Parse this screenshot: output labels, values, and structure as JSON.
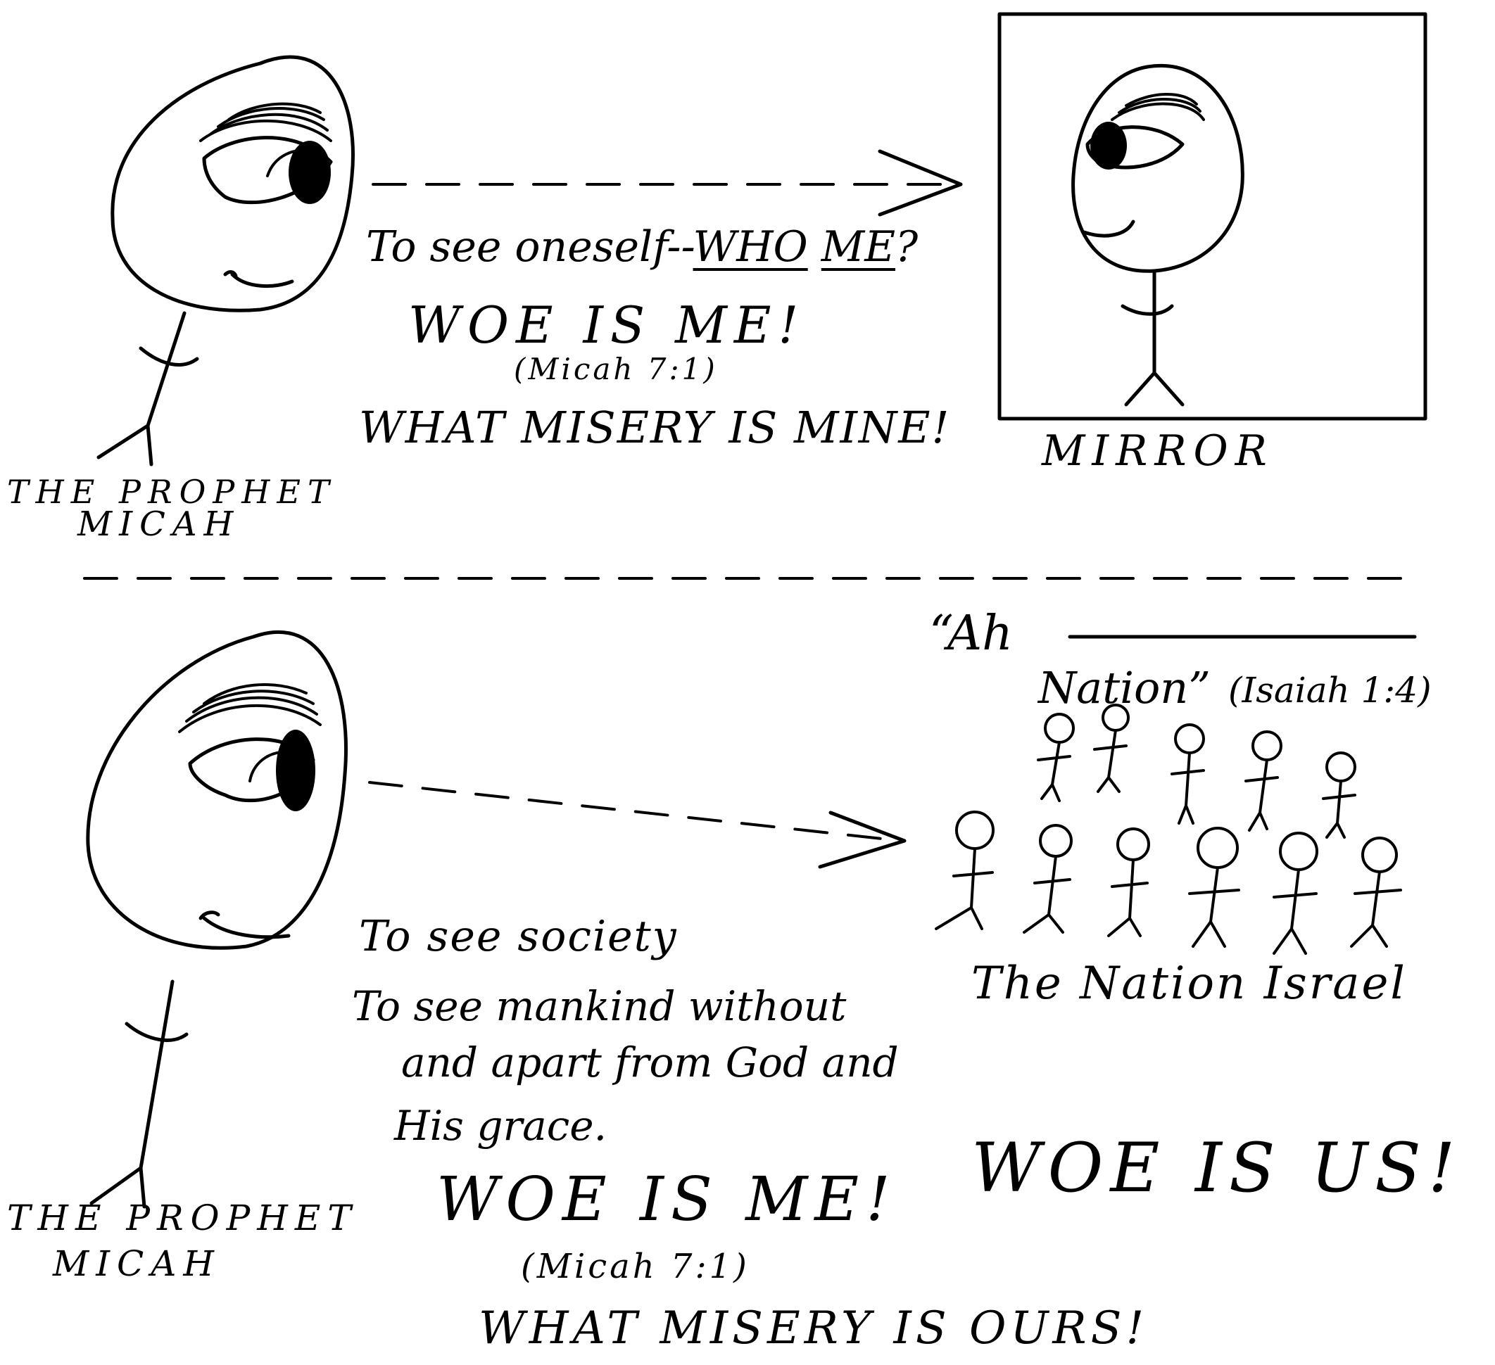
{
  "top_panel": {
    "prophet_label": [
      "THE PROPHET",
      "MICAH"
    ],
    "caption_prefix": "To see oneself--",
    "caption_who": "WHO",
    "caption_me": "ME",
    "caption_suffix": "?",
    "woe": "WOE IS ME!",
    "reference": "(Micah 7:1)",
    "misery": "WHAT MISERY IS MINE!",
    "mirror_label": "MIRROR"
  },
  "bottom_panel": {
    "quote_line1": "“Ah",
    "quote_line2": "Nation”",
    "quote_reference": "(Isaiah 1:4)",
    "crowd_label": "The Nation Israel",
    "caption_lines": [
      "To see society",
      "To see mankind without",
      "and apart from God and",
      "His grace."
    ],
    "woe_me": "WOE IS ME!",
    "woe_us": "WOE IS US!",
    "reference": "(Micah 7:1)",
    "misery": "WHAT MISERY IS OURS!",
    "prophet_label": [
      "THE PROPHET",
      "MICAH"
    ]
  },
  "icons": {
    "prophet": "egg-head-one-eye-stick-figure",
    "reflection": "egg-head-one-eye-stick-figure-mirrored",
    "crowd": "stick-figure-crowd",
    "arrow": "dashed-arrow-right"
  },
  "colors": {
    "ink": "#000000",
    "paper": "#ffffff"
  }
}
